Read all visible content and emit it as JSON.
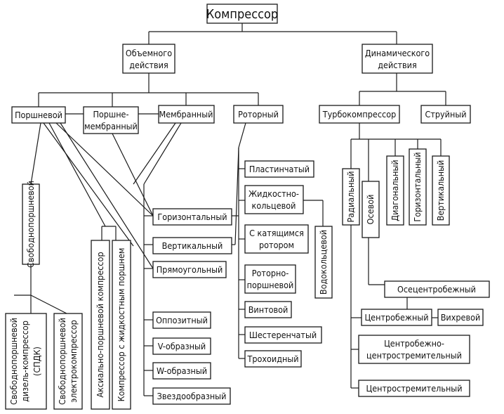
{
  "root": "Компрессор",
  "volumetric": [
    "Объемного",
    "действия"
  ],
  "dynamic": [
    "Динамического",
    "действия"
  ],
  "piston": "Поршневой",
  "piston_membrane": [
    "Поршне-",
    "мембранный"
  ],
  "membrane": "Мембранный",
  "rotary": "Роторный",
  "turbo": "Турбокомпрессор",
  "jet": "Струйный",
  "free_piston": "Свободнопоршневой",
  "free_piston_diesel": [
    "Свободнопоршневой",
    "дизель-компрессор",
    "(СПДК)"
  ],
  "free_piston_electro": [
    "Свободнопоршневой",
    "электрокомпрессор"
  ],
  "axial_piston": "Аксиально-поршневой компрессор",
  "liquid_piston": "Компрессор с жидкостным поршнем",
  "horizontal": "Горизонтальный",
  "vertical": "Вертикальный",
  "rectangular": "Прямоугольный",
  "opposed": "Оппозитный",
  "v_shaped": "V-образный",
  "w_shaped": "W-образный",
  "star_shaped": "Звездообразный",
  "plate": "Пластинчатый",
  "liquid_ring": [
    "Жидкостно-",
    "кольцевой"
  ],
  "rolling_rotor": [
    "С катящимся",
    "ротором"
  ],
  "rotary_piston": [
    "Роторно-",
    "поршневой"
  ],
  "screw": "Винтовой",
  "gear": "Шестеренчатый",
  "trochoid": "Трохоидный",
  "water_ring": "Водокольцевой",
  "radial": "Радиальный",
  "axial": "Осевой",
  "diagonal": "Диагональный",
  "turbo_horizontal": "Горизонтальный",
  "turbo_vertical": "Вертикальный",
  "axial_centrifugal": "Осецентробежный",
  "centrifugal": "Центробежный",
  "vortex": "Вихревой",
  "centrifugal_centripetal": [
    "Центробежно-",
    "центростремительный"
  ],
  "centripetal": "Центростремительный"
}
